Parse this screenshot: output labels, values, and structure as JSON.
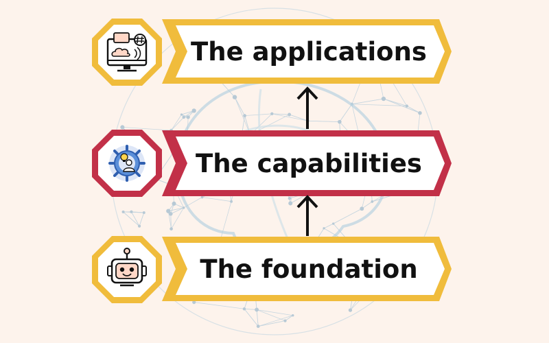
{
  "colors": {
    "background": "#fdf3ec",
    "gold": "#f0bc3c",
    "red": "#c23048",
    "box_fill": "#ffffff",
    "arrow": "#111111",
    "network": "#8fb4cc"
  },
  "layers": [
    {
      "label": "The applications",
      "icon": "computer-cloud-icon",
      "color": "gold"
    },
    {
      "label": "The capabilities",
      "icon": "gear-lightbulb-person-icon",
      "color": "red"
    },
    {
      "label": "The foundation",
      "icon": "robot-head-icon",
      "color": "gold"
    }
  ],
  "arrows": [
    "up-arrow-icon",
    "up-arrow-icon"
  ],
  "background_art": "brain-network-globe"
}
